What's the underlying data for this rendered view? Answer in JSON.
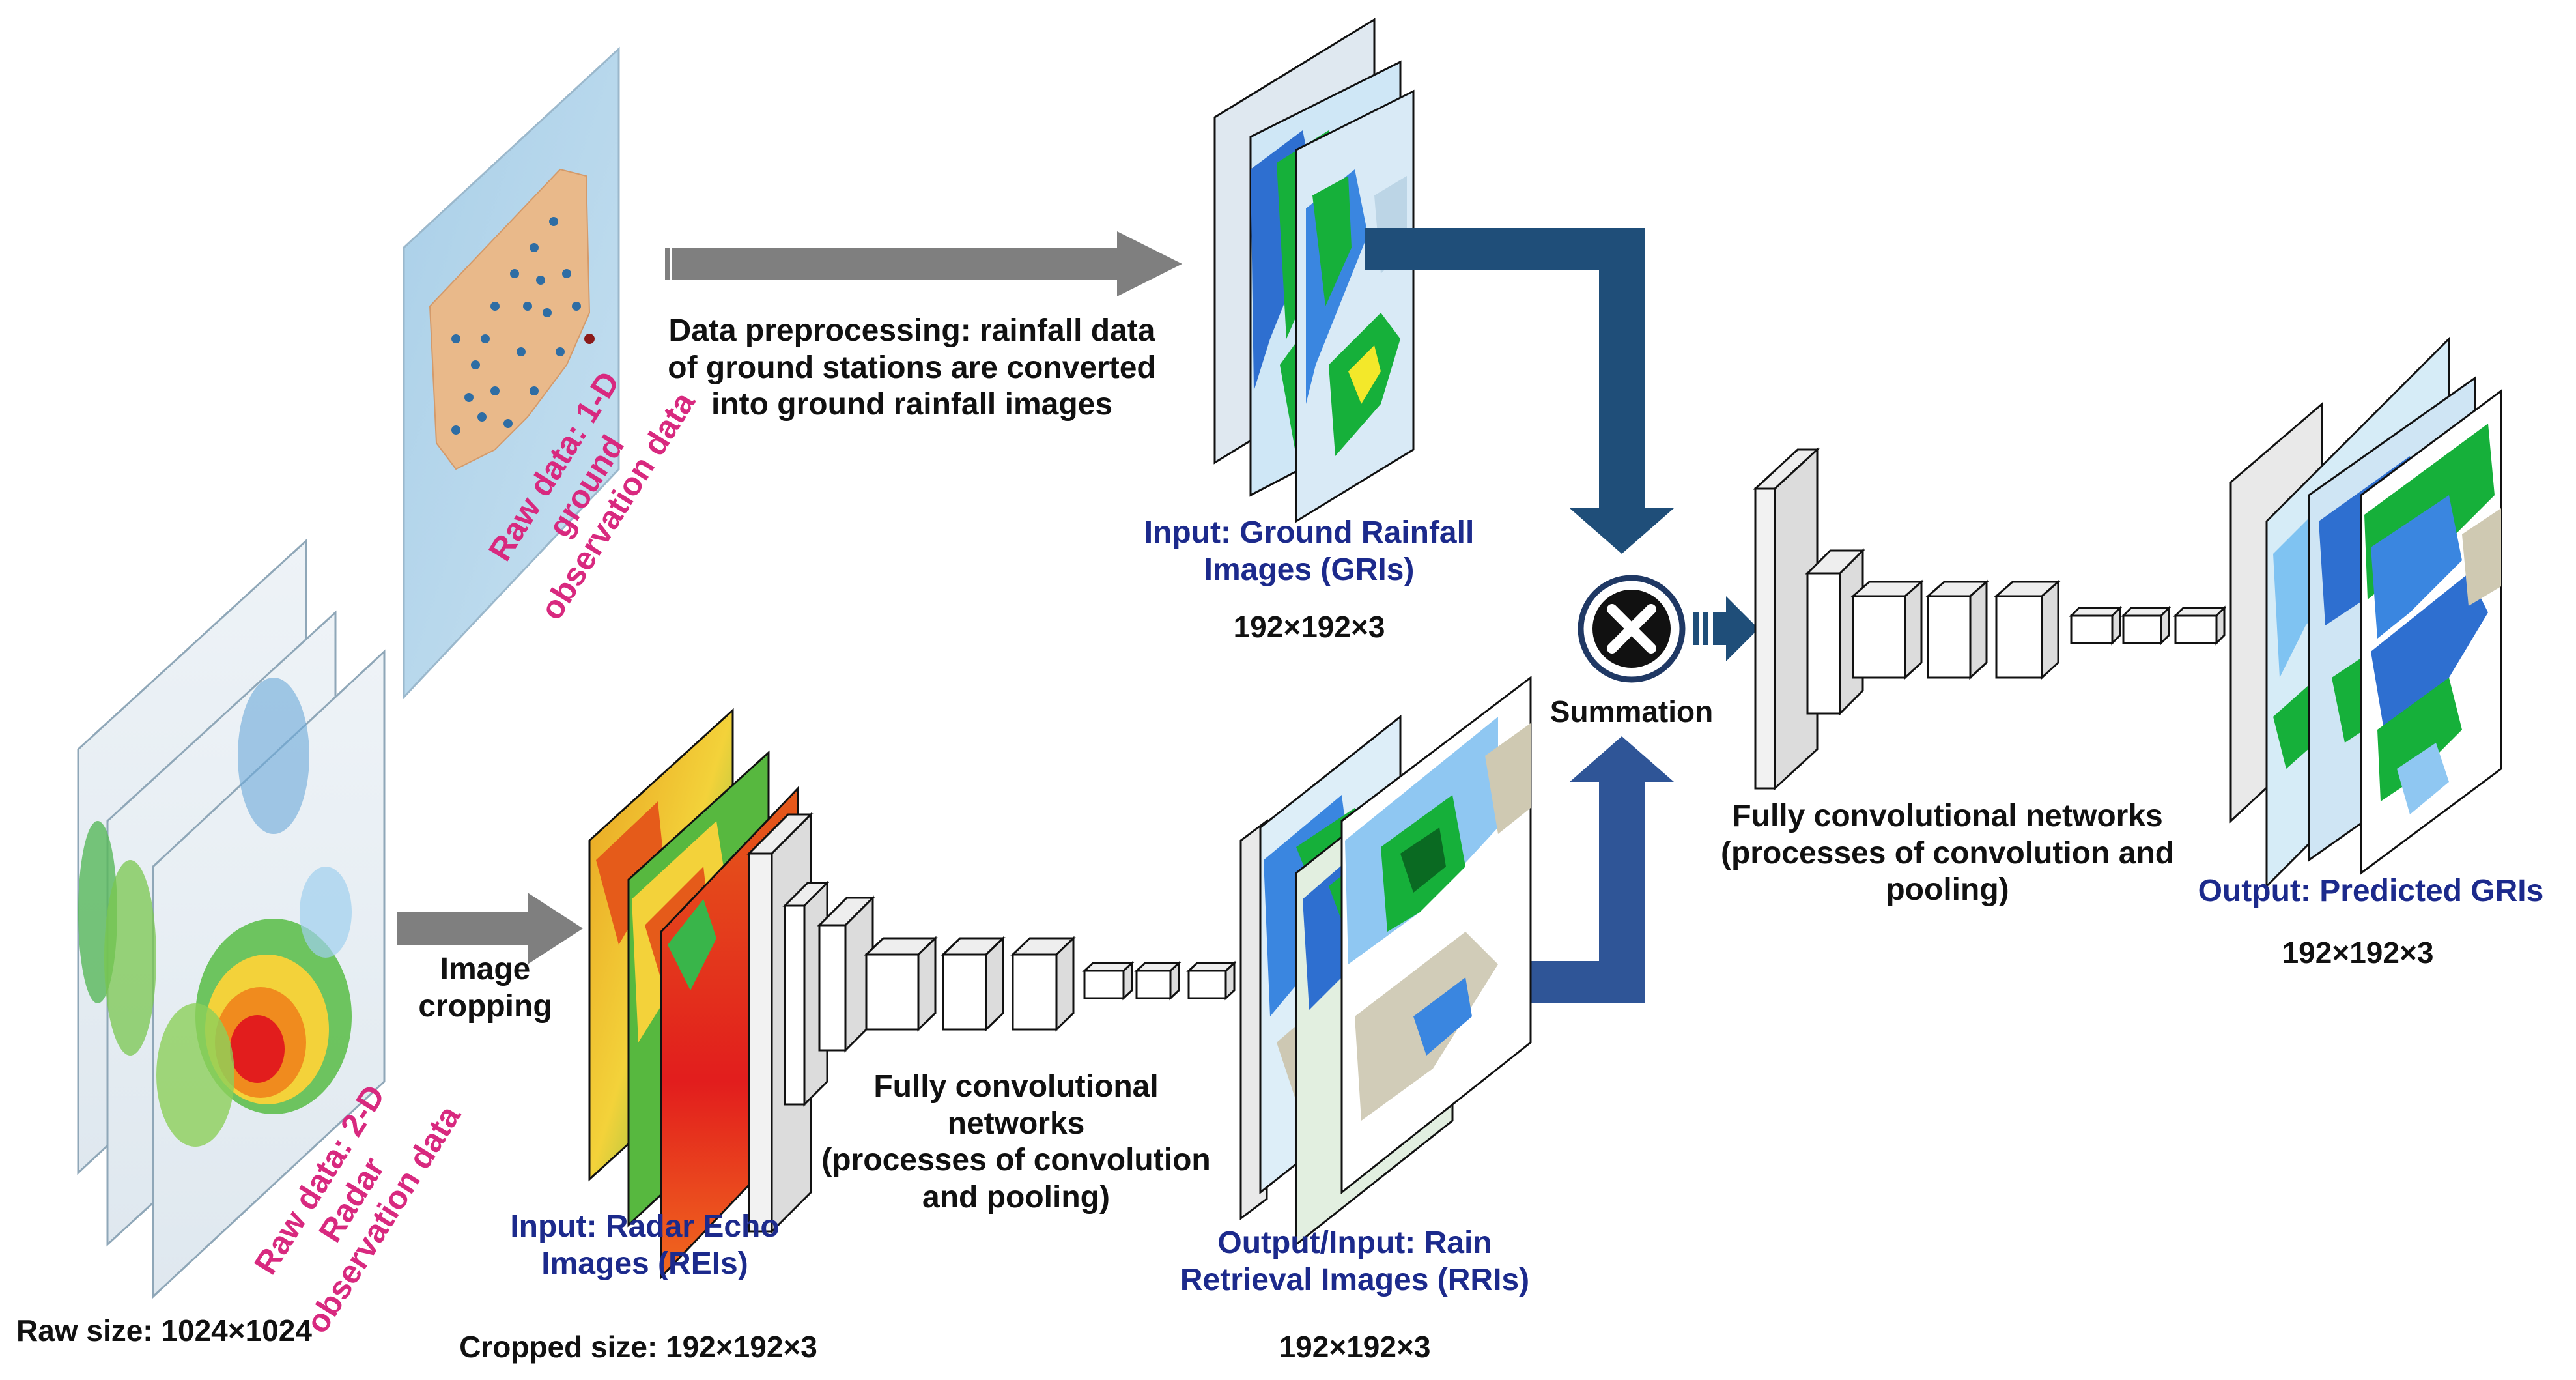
{
  "raw_ground_label": "Raw data: 1-D\nground\nobservation data",
  "raw_radar_label": "Raw data: 2-D\nRadar\nobservation data",
  "raw_size": "Raw size: 1024×1024",
  "preprocess_caption": "Data preprocessing: rainfall data\nof ground stations are converted\ninto ground rainfall images",
  "gri_label": "Input: Ground Rainfall\nImages (GRIs)",
  "gri_size": "192×192×3",
  "summation_label": "Summation",
  "cropping_label": "Image\ncropping",
  "rei_label": "Input: Radar Echo\nImages (REIs)",
  "cropped_size": "Cropped size: 192×192×3",
  "fcn1_label": "Fully convolutional\nnetworks\n(processes of convolution\nand pooling)",
  "rri_label": "Output/Input: Rain\nRetrieval Images (RRIs)",
  "rri_size": "192×192×3",
  "fcn2_label": "Fully convolutional networks\n(processes of convolution and\npooling)",
  "output_label": "Output: Predicted GRIs",
  "output_size": "192×192×3",
  "colors": {
    "gray_arrow": "#7f7f7f",
    "dark_blue_arrow": "#1f4e79",
    "mid_blue_arrow": "#2f5597",
    "caption_navy": "#1c2a8c",
    "raw_label_pink": "#d8297f"
  }
}
